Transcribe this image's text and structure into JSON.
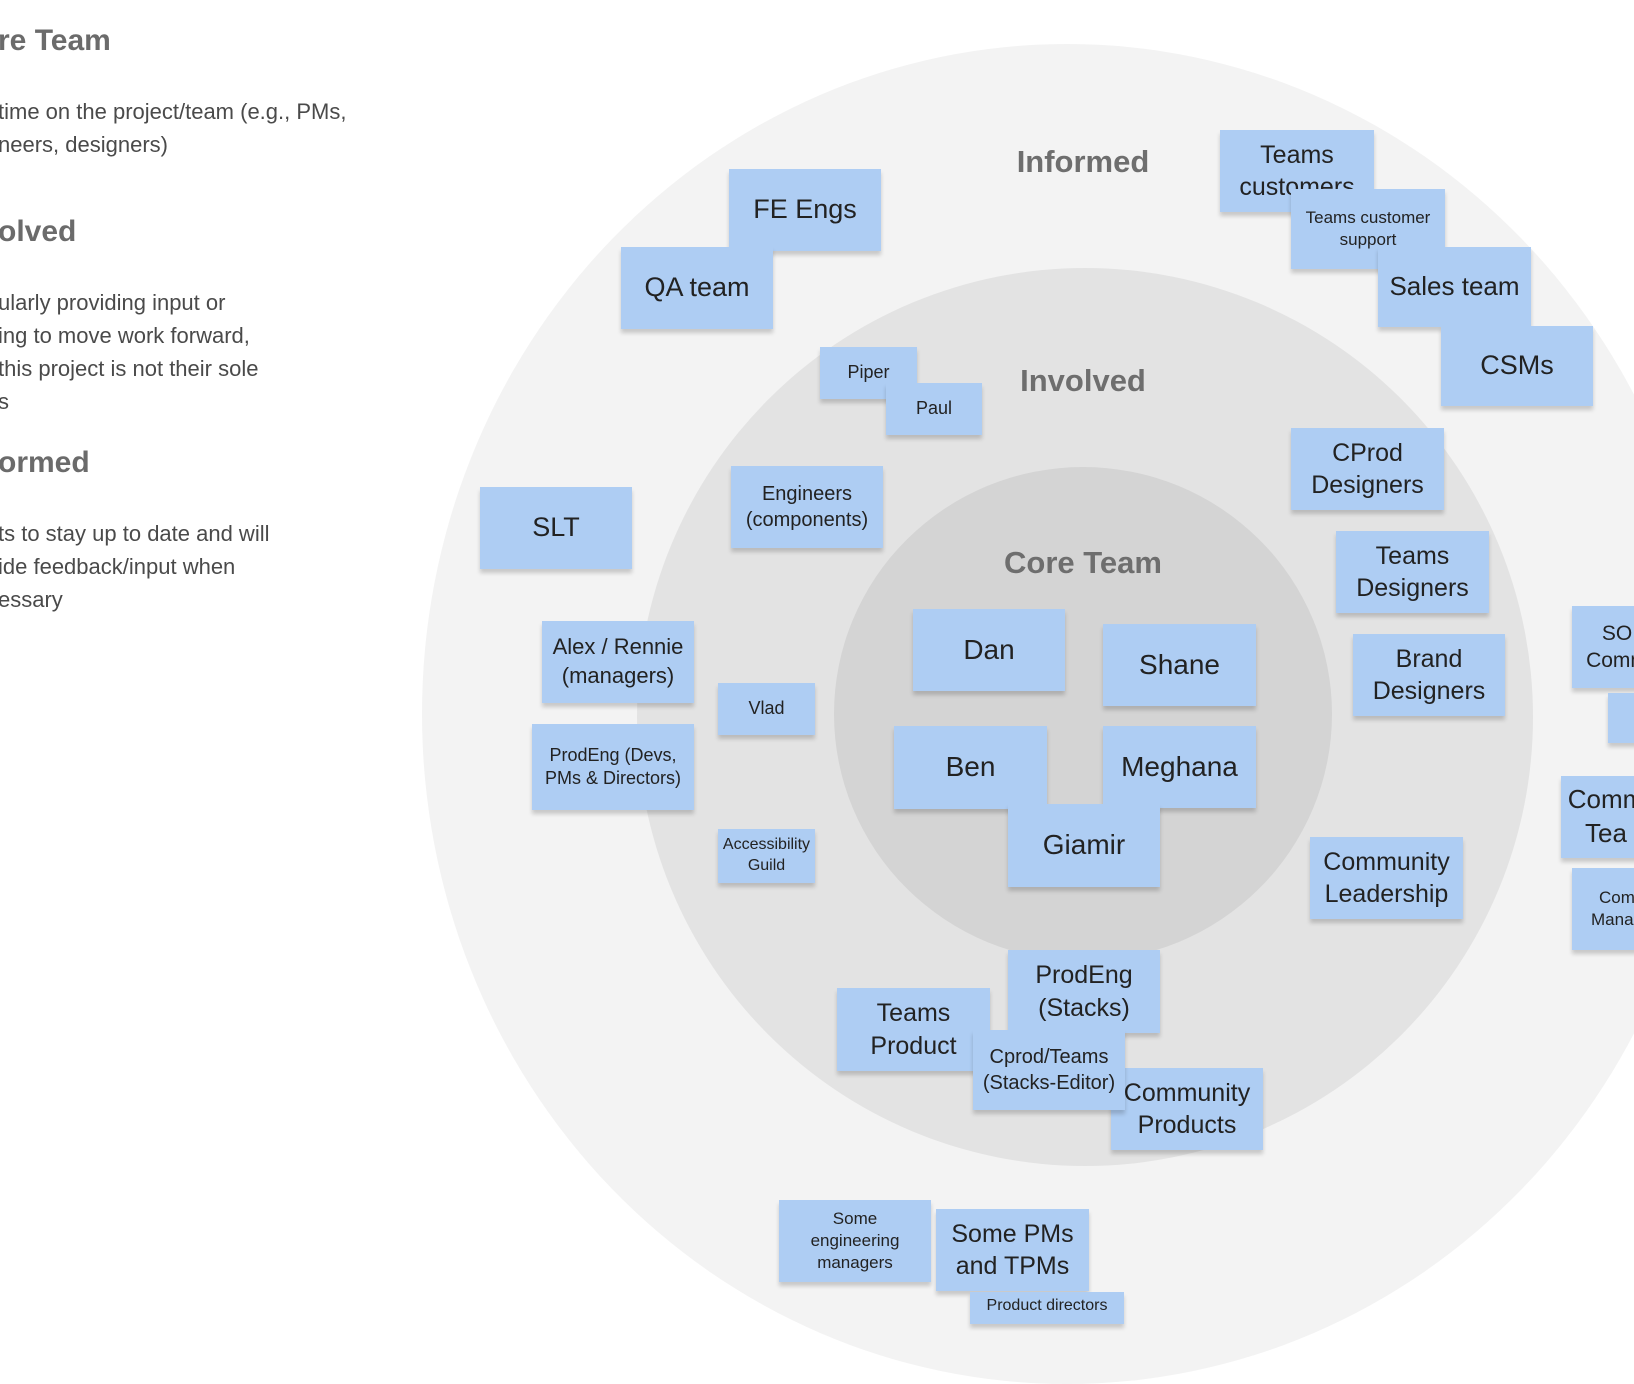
{
  "legend": {
    "core_team": {
      "heading": "re Team",
      "text": "time on the project/team (e.g., PMs,\nneers, designers)"
    },
    "involved": {
      "heading": "olved",
      "text": "ularly providing input or\ning to move work forward,\nthis project is not their sole\ns"
    },
    "informed": {
      "heading": "ormed",
      "text": "ts to stay up to date and will\nide feedback/input when\nessary"
    }
  },
  "rings": {
    "informed_label": "Informed",
    "involved_label": "Involved",
    "core_label": "Core Team"
  },
  "notes": {
    "teams_customers": "Teams\ncustomers",
    "teams_customer_support": "Teams customer\nsupport",
    "sales_team": "Sales team",
    "csms": "CSMs",
    "fe_engs": "FE Engs",
    "qa_team": "QA team",
    "piper": "Piper",
    "paul": "Paul",
    "cprod_designers": "CProd\nDesigners",
    "engineers_components": "Engineers\n(components)",
    "slt": "SLT",
    "teams_designers": "Teams\nDesigners",
    "brand_designers": "Brand\nDesigners",
    "so_community": "SO\nComm",
    "right_blank": "",
    "dan": "Dan",
    "shane": "Shane",
    "ben": "Ben",
    "meghana": "Meghana",
    "giamir": "Giamir",
    "alex_rennie": "Alex / Rennie\n(managers)",
    "vlad": "Vlad",
    "prodeng_devs": "ProdEng (Devs,\nPMs & Directors)",
    "accessibility_guild": "Accessibility\nGuild",
    "community_leadership": "Community\nLeadership",
    "community_team": "Comm\nTea",
    "community_managers": "Com\nManag",
    "prodeng_stacks": "ProdEng\n(Stacks)",
    "teams_product": "Teams\nProduct",
    "community_products": "Community\nProducts",
    "cprod_teams_stacks_editor": "Cprod/Teams\n(Stacks-Editor)",
    "some_engineering_managers": "Some\nengineering\nmanagers",
    "some_pms_tpms": "Some PMs\nand TPMs",
    "product_directors": "Product directors"
  },
  "colors": {
    "sticky_note": "#aecdf3",
    "outer_ring": "#f3f3f3",
    "middle_ring": "#e3e3e3",
    "core_ring": "#d4d4d4"
  }
}
